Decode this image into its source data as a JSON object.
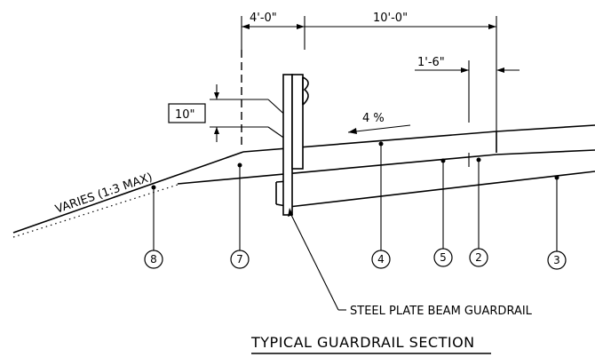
{
  "title": "TYPICAL GUARDRAIL SECTION",
  "dimensions": {
    "post_offset": "4'-0\"",
    "shoulder_width": "10'-0\"",
    "edge_offset": "1'-6\"",
    "rail_height": "10\""
  },
  "slope_label": "4 %",
  "side_slope_label": "VARIES (1:3 MAX)",
  "callout_label": "STEEL PLATE BEAM GUARDRAIL",
  "item_markers": [
    "8",
    "7",
    "4",
    "5",
    "2",
    "3"
  ]
}
